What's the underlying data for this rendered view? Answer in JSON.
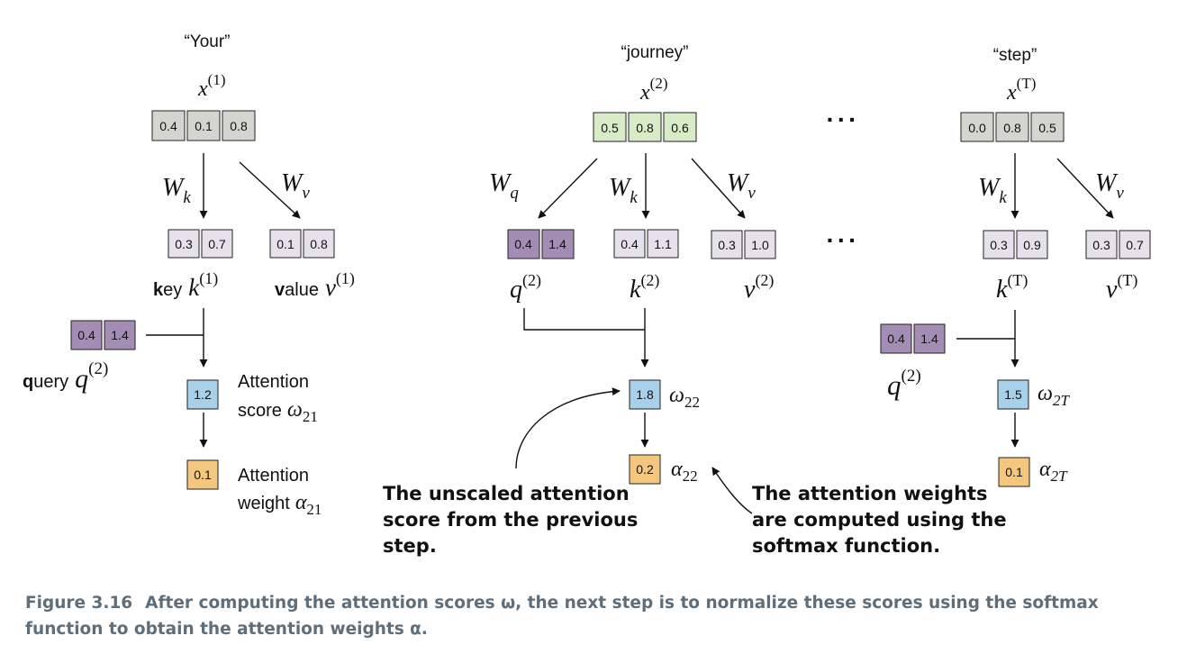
{
  "colors": {
    "input_gray": "#d5d5d0",
    "input_green": "#d9ecc8",
    "key_value": "#e6e2ec",
    "query": "#a48db4",
    "score": "#a8d0e8",
    "weight": "#f4c77e",
    "caption": "#5e6e7a"
  },
  "columns": {
    "your": {
      "word": "“Your”",
      "x_label": "x",
      "x_sup": "(1)",
      "x_values": [
        "0.4",
        "0.1",
        "0.8"
      ],
      "wk": "W",
      "wk_sub": "k",
      "wv": "W",
      "wv_sub": "v",
      "key_values": [
        "0.3",
        "0.7"
      ],
      "value_values": [
        "0.1",
        "0.8"
      ],
      "key_bold": "k",
      "key_rest": "ey",
      "key_sym": "k",
      "key_sup": "(1)",
      "value_bold": "v",
      "value_rest": "alue",
      "value_sym": "v",
      "value_sup": "(1)",
      "query_values": [
        "0.4",
        "1.4"
      ],
      "query_bold": "q",
      "query_rest": "uery",
      "query_sym": "q",
      "query_sup": "(2)",
      "score_value": "1.2",
      "score_line1": "Attention",
      "score_line2": "score",
      "score_sym": "ω",
      "score_sub": "21",
      "weight_value": "0.1",
      "weight_line1": "Attention",
      "weight_line2": "weight",
      "weight_sym": "α",
      "weight_sub": "21"
    },
    "journey": {
      "word": "“journey”",
      "x_label": "x",
      "x_sup": "(2)",
      "x_values": [
        "0.5",
        "0.8",
        "0.6"
      ],
      "wq": "W",
      "wq_sub": "q",
      "wk": "W",
      "wk_sub": "k",
      "wv": "W",
      "wv_sub": "v",
      "query_values": [
        "0.4",
        "1.4"
      ],
      "key_values": [
        "0.4",
        "1.1"
      ],
      "value_values": [
        "0.3",
        "1.0"
      ],
      "q_sym": "q",
      "q_sup": "(2)",
      "k_sym": "k",
      "k_sup": "(2)",
      "v_sym": "v",
      "v_sup": "(2)",
      "score_value": "1.8",
      "score_sym": "ω",
      "score_sub": "22",
      "weight_value": "0.2",
      "weight_sym": "α",
      "weight_sub": "22"
    },
    "step": {
      "word": "“step”",
      "x_label": "x",
      "x_sup": "(T)",
      "x_values": [
        "0.0",
        "0.8",
        "0.5"
      ],
      "wk": "W",
      "wk_sub": "k",
      "wv": "W",
      "wv_sub": "v",
      "key_values": [
        "0.3",
        "0.9"
      ],
      "value_values": [
        "0.3",
        "0.7"
      ],
      "k_sym": "k",
      "k_sup": "(T)",
      "v_sym": "v",
      "v_sup": "(T)",
      "query_values": [
        "0.4",
        "1.4"
      ],
      "q_sym": "q",
      "q_sup": "(2)",
      "score_value": "1.5",
      "score_sym": "ω",
      "score_sub": "2T",
      "weight_value": "0.1",
      "weight_sym": "α",
      "weight_sub": "2T"
    }
  },
  "ellipsis": "···",
  "annotations": {
    "unscaled": [
      "The unscaled attention",
      "score from the previous",
      "step."
    ],
    "softmax": [
      "The attention weights",
      "are computed using the",
      "softmax function."
    ]
  },
  "caption": {
    "figure_number": "Figure 3.16",
    "text": "After computing the attention scores ω, the next step is to normalize these scores using the softmax function to obtain the attention weights α."
  }
}
